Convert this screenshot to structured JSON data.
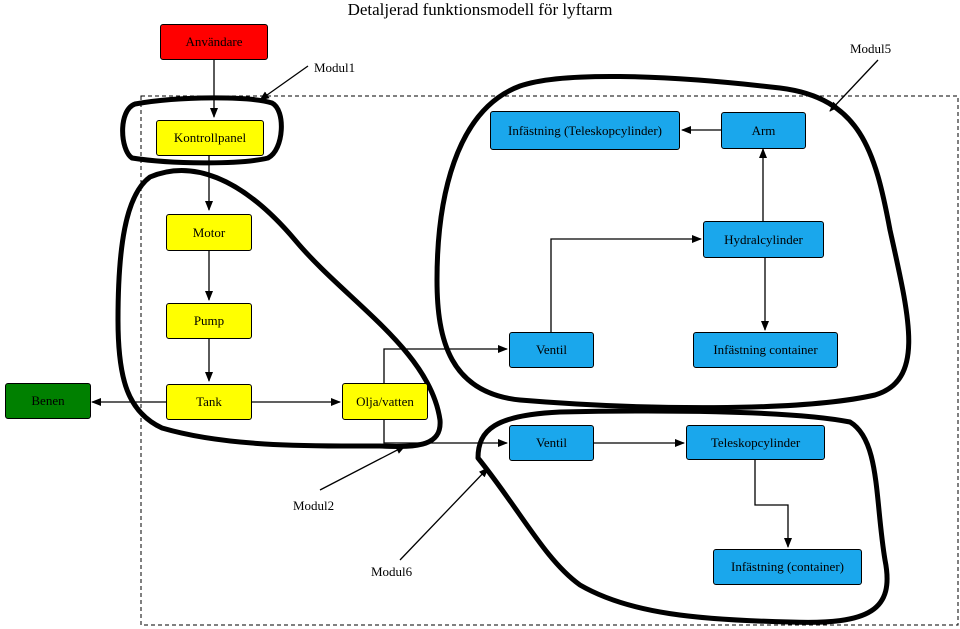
{
  "title": "Detaljerad funktionsmodell för lyftarm",
  "nodes": {
    "anvandare": "Användare",
    "kontrollpanel": "Kontrollpanel",
    "motor": "Motor",
    "pump": "Pump",
    "tank": "Tank",
    "benen": "Benen",
    "olja": "Olja/vatten",
    "ventil_upper": "Ventil",
    "ventil_lower": "Ventil",
    "hydralcylinder": "Hydralcylinder",
    "arm": "Arm",
    "infastning_tele": "Infästning (Teleskopcylinder)",
    "infastning_container": "Infästning container",
    "teleskopcylinder": "Teleskopcylinder",
    "infastning_container2": "Infästning (container)"
  },
  "modules": {
    "modul1": "Modul1",
    "modul2": "Modul2",
    "modul5": "Modul5",
    "modul6": "Modul6"
  },
  "colors": {
    "user": "#ff0000",
    "control_chain": "#ffff00",
    "legs": "#008000",
    "actuators": "#1aa7ec"
  }
}
